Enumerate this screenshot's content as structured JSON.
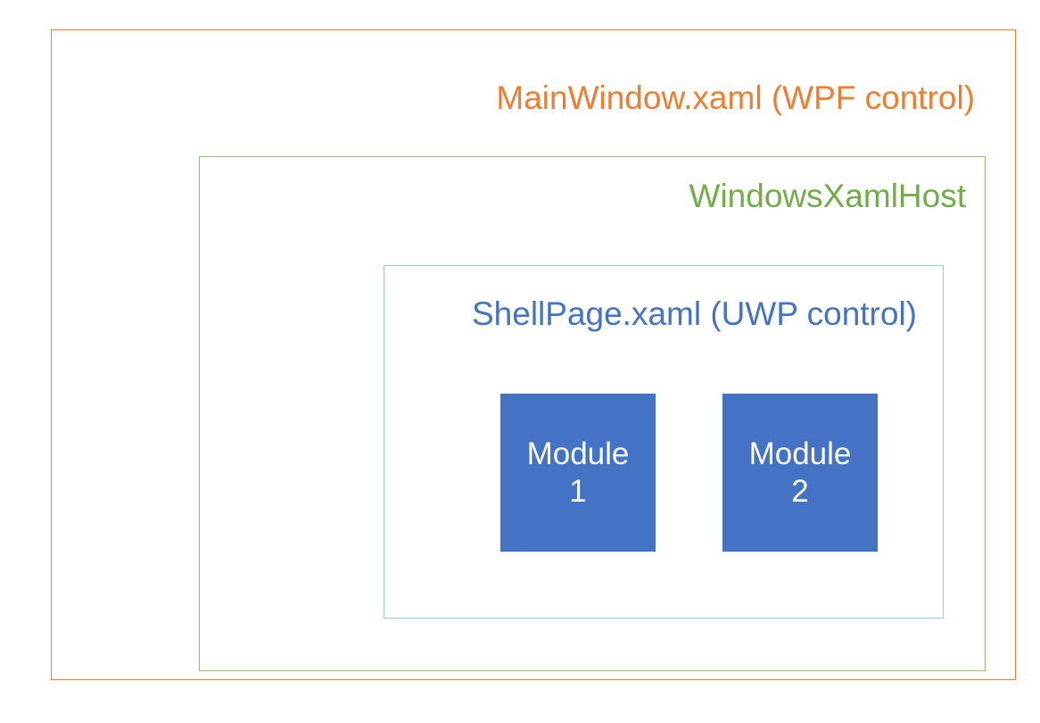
{
  "diagram": {
    "title_note": "Nested XAML hosting architecture diagram",
    "outer": {
      "label": "MainWindow.xaml (WPF control)",
      "border_color": "#ED7D31",
      "text_color": "#ED7D31"
    },
    "middle": {
      "label": "WindowsXamlHost",
      "border_color": "#8FBC6E",
      "text_color": "#70AD47"
    },
    "inner": {
      "label": "ShellPage.xaml (UWP control)",
      "border_color": "#9DC3E6",
      "text_color": "#4472C4"
    },
    "modules": [
      {
        "name": "Module",
        "number": "1",
        "fill": "#4472C4",
        "text_color": "#FFFFFF"
      },
      {
        "name": "Module",
        "number": "2",
        "fill": "#4472C4",
        "text_color": "#FFFFFF"
      }
    ]
  }
}
